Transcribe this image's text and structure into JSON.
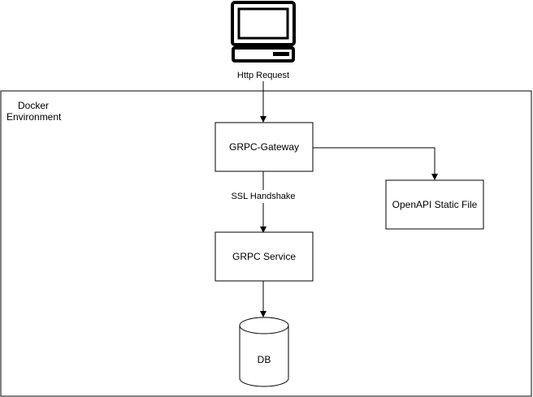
{
  "diagram": {
    "client": {
      "icon": "computer-monitor-icon",
      "edge_label": "Http Request"
    },
    "container": {
      "label_line1": "Docker",
      "label_line2": "Environment"
    },
    "gateway": {
      "label": "GRPC-Gateway"
    },
    "openapi": {
      "label": "OpenAPI Static File"
    },
    "service": {
      "label": "GRPC Service",
      "edge_label": "SSL Handshake"
    },
    "database": {
      "label": "DB",
      "icon": "database-cylinder-icon"
    }
  }
}
